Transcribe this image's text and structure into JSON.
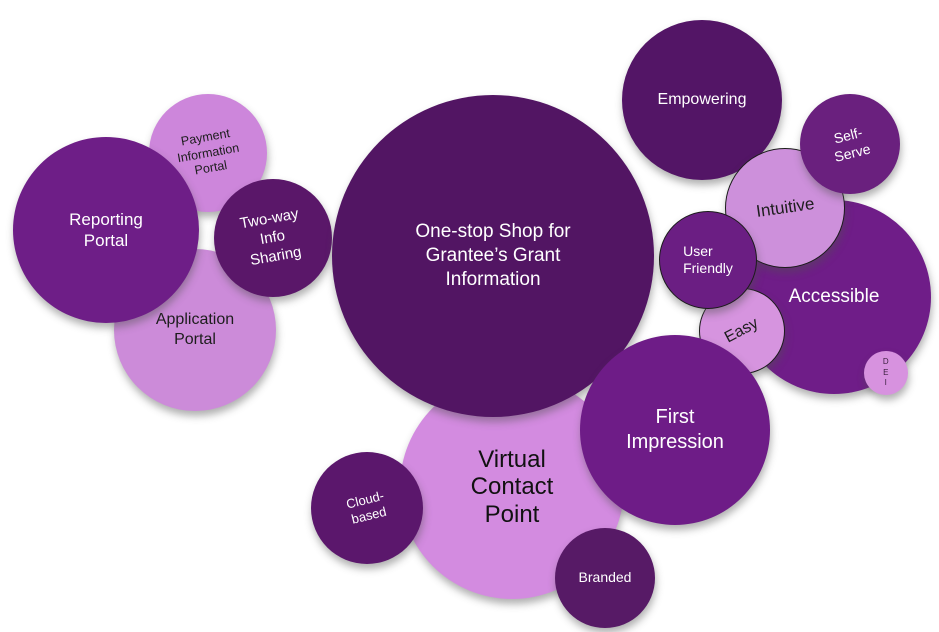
{
  "diagram": {
    "type": "bubble-cloud",
    "background": "#FFFFFF",
    "palette": {
      "dark_purple": "#521563",
      "medium_purple": "#5A1769",
      "bright_purple": "#6E1D87",
      "light_purple": "#D18BDE",
      "white_text": "#FFFFFF",
      "dark_text": "#1D1D1D",
      "outline": "#1B1B1B"
    },
    "bubbles": [
      {
        "id": "payment-information-portal",
        "label": "Payment Information Portal",
        "lines": [
          "Payment",
          "Information",
          "Portal"
        ],
        "fill": "#CD86DB",
        "text_color": "#1D1D1D",
        "rotation_deg": -10,
        "outline": false
      },
      {
        "id": "application-portal",
        "label": "Application Portal",
        "lines": [
          "Application",
          "Portal"
        ],
        "fill": "#CC8BD9",
        "text_color": "#1D1D1D",
        "rotation_deg": 0,
        "outline": false
      },
      {
        "id": "reporting-portal",
        "label": "Reporting Portal",
        "lines": [
          "Reporting",
          "Portal"
        ],
        "fill": "#6E1E87",
        "text_color": "#FFFFFF",
        "rotation_deg": 0,
        "outline": false
      },
      {
        "id": "two-way-info-sharing",
        "label": "Two-way Info Sharing",
        "lines": [
          "Two-way",
          "Info",
          "Sharing"
        ],
        "fill": "#5A1769",
        "text_color": "#FFFFFF",
        "rotation_deg": -10,
        "outline": false
      },
      {
        "id": "virtual-contact-point",
        "label": "Virtual Contact Point",
        "lines": [
          "Virtual",
          "Contact",
          "Point"
        ],
        "fill": "#D38BE0",
        "text_color": "#111111",
        "rotation_deg": 0,
        "outline": false
      },
      {
        "id": "one-stop-shop",
        "label": "One-stop Shop for Grantee’s Grant Information",
        "lines": [
          "One-stop Shop for",
          "Grantee’s Grant",
          "Information"
        ],
        "fill": "#521563",
        "text_color": "#FFFFFF",
        "rotation_deg": 0,
        "outline": false
      },
      {
        "id": "empowering",
        "label": "Empowering",
        "lines": [
          "Empowering"
        ],
        "fill": "#531566",
        "text_color": "#FFFFFF",
        "rotation_deg": 0,
        "outline": false
      },
      {
        "id": "accessible",
        "label": "Accessible",
        "lines": [
          "Accessible"
        ],
        "fill": "#6F1D88",
        "text_color": "#FFFFFF",
        "rotation_deg": 0,
        "outline": false
      },
      {
        "id": "intuitive",
        "label": "Intuitive",
        "lines": [
          "Intuitive"
        ],
        "fill": "#CD90DB",
        "text_color": "#1D1D1D",
        "rotation_deg": -8,
        "outline": true
      },
      {
        "id": "self-serve",
        "label": "Self-Serve",
        "lines": [
          "Self-",
          "Serve"
        ],
        "fill": "#6A207E",
        "text_color": "#FFFFFF",
        "rotation_deg": -14,
        "outline": false
      },
      {
        "id": "easy",
        "label": "Easy",
        "lines": [
          "Easy"
        ],
        "fill": "#D694DF",
        "text_color": "#1D1D1D",
        "rotation_deg": -28,
        "outline": true
      },
      {
        "id": "user-friendly",
        "label": "User Friendly",
        "lines": [
          "User",
          "Friendly"
        ],
        "fill": "#6B1E83",
        "text_color": "#FFFFFF",
        "rotation_deg": 0,
        "outline": true
      },
      {
        "id": "dei",
        "label": "D E I",
        "lines": [
          "D",
          "E",
          "I"
        ],
        "fill": "#D792DF",
        "text_color": "#3A1F3E",
        "rotation_deg": 0,
        "outline": false
      },
      {
        "id": "first-impression",
        "label": "First Impression",
        "lines": [
          "First",
          "Impression"
        ],
        "fill": "#6E1C87",
        "text_color": "#FFFFFF",
        "rotation_deg": 0,
        "outline": false
      },
      {
        "id": "cloud-based",
        "label": "Cloud-based",
        "lines": [
          "Cloud-",
          "based"
        ],
        "fill": "#5B176C",
        "text_color": "#FFFFFF",
        "rotation_deg": -14,
        "outline": false
      },
      {
        "id": "branded",
        "label": "Branded",
        "lines": [
          "Branded"
        ],
        "fill": "#571A66",
        "text_color": "#FFFFFF",
        "rotation_deg": 0,
        "outline": false
      }
    ]
  }
}
